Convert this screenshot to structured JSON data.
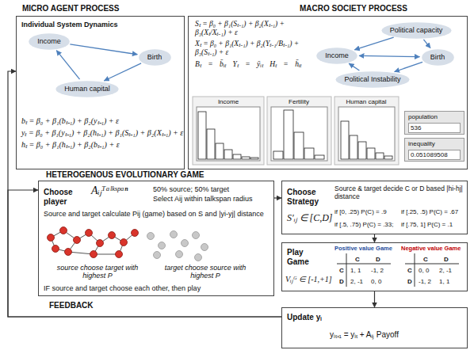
{
  "diagram": {
    "nodes": [
      {
        "text": [
          "Individual System Dynamics",
          "bₜ = β₀ + β₁(bₜ₋₁) + β₂(yₜ₋₁) + ε",
          "yₜ = β₀ + β₁(yₜ₋₁) + β₂(hₜ₋₁) + β₁(Sₜ₋₁) + β₂(Xₜ₋₁) + ε",
          "hₜ = β₀ + β₁(hₜ₋₁) + β₂(bₜ₋₁) + ε"
        ]
      },
      {
        "text": [
          "Income"
        ],
        "in": 0
      },
      {
        "text": [
          "Birth"
        ],
        "in": 0
      },
      {
        "text": [
          "Human capital"
        ],
        "in": 0
      },
      {
        "text": [
          "Sₜ = β₀ + β₁(Sₜ₋₁) + β₂(Xₜ₋₁) + β₃(Xₜ/Xₜ₋₁) + ε",
          "Xₜ = β₀ + β₁(Xₜ₋₁) + β₂(Yₜ₋₁/Bₜ₋₁) + β₃(Sₜ₋₁) + ε",
          "Bₜ = b̄ᵢₜ Yₜ = ȳᵢₜ Hₜ = h̄ᵢₜ"
        ]
      },
      {
        "text": [
          "Political capacity"
        ],
        "in": 4
      },
      {
        "text": [
          "Income"
        ],
        "in": 4
      },
      {
        "text": [
          "Birth"
        ],
        "in": 4
      },
      {
        "text": [
          "Political Instability"
        ],
        "in": 4
      },
      {
        "text": [
          "population",
          "536"
        ],
        "in": 4
      },
      {
        "text": [
          "inequality",
          "0.051089508"
        ],
        "in": 4
      },
      {
        "text": [
          "Choose player",
          "Aᵢⱼᵀᵃˡᵏˢᵖᵃⁿ",
          "50% source; 50% target",
          "Select Aij within talkspan radius",
          "Source and target calculate Pij (game) based on S and |yi-yj| distance",
          "source choose target with highest P",
          "target choose source with highest P",
          "IF source and target choose each other, then play"
        ]
      },
      {
        "text": [
          "Choose Strategy",
          "S′ᵢⱼ ∈ [C,D]",
          "Source & target decide C or D based |hi-hj| distance",
          "if [0, .25) P(C) = .9",
          "if [.25, .5) P(C) = .67",
          "if [.5, .75) P(C) = .33;",
          "if [.75, 1] P(C) = .1"
        ]
      },
      {
        "text": [
          "Play Game",
          "Vᵢⱼᴳ ∈ [-1,+1]",
          "Positive value Game",
          "Negative value Game",
          "C",
          "D",
          "C",
          "1, 1",
          "-1, 2",
          "D",
          "2, -1",
          "0, 0",
          "C",
          "D",
          "C",
          "0, 0",
          "2, -1",
          "D",
          "-1, 2",
          "1, 1"
        ]
      },
      {
        "text": [
          "Update yᵢ",
          "yᵢₜ₊₁ = yᵢₜ + Aᵢⱼ Payoff"
        ]
      }
    ],
    "edges": [
      {
        "from": 1,
        "to": 2,
        "arrow": "to"
      },
      {
        "from": 2,
        "to": 3,
        "arrow": "to"
      },
      {
        "from": 3,
        "to": 1,
        "arrow": "to"
      },
      {
        "from": 5,
        "to": 6,
        "arrow": "to"
      },
      {
        "from": 5,
        "to": 7,
        "arrow": "to"
      },
      {
        "from": 6,
        "to": 7,
        "arrow": "both"
      },
      {
        "from": 8,
        "to": 6,
        "arrow": "to"
      },
      {
        "from": 7,
        "to": 8,
        "arrow": "to"
      },
      {
        "from": 11,
        "to": 12,
        "arrow": "to"
      },
      {
        "from": 12,
        "to": 13,
        "arrow": "to"
      },
      {
        "from": 13,
        "to": 14,
        "arrow": "to"
      },
      {
        "from": 14,
        "to": 0,
        "arrow": "to"
      },
      {
        "from": 14,
        "to": 11,
        "arrow": "to"
      }
    ],
    "labels": [
      "MICRO AGENT PROCESS",
      "MACRO SOCIETY PROCESS",
      "HETEROGENOUS EVOLUTIONARY GAME",
      "FEEDBACK",
      "Income",
      "Fertility",
      "Human capital"
    ]
  }
}
